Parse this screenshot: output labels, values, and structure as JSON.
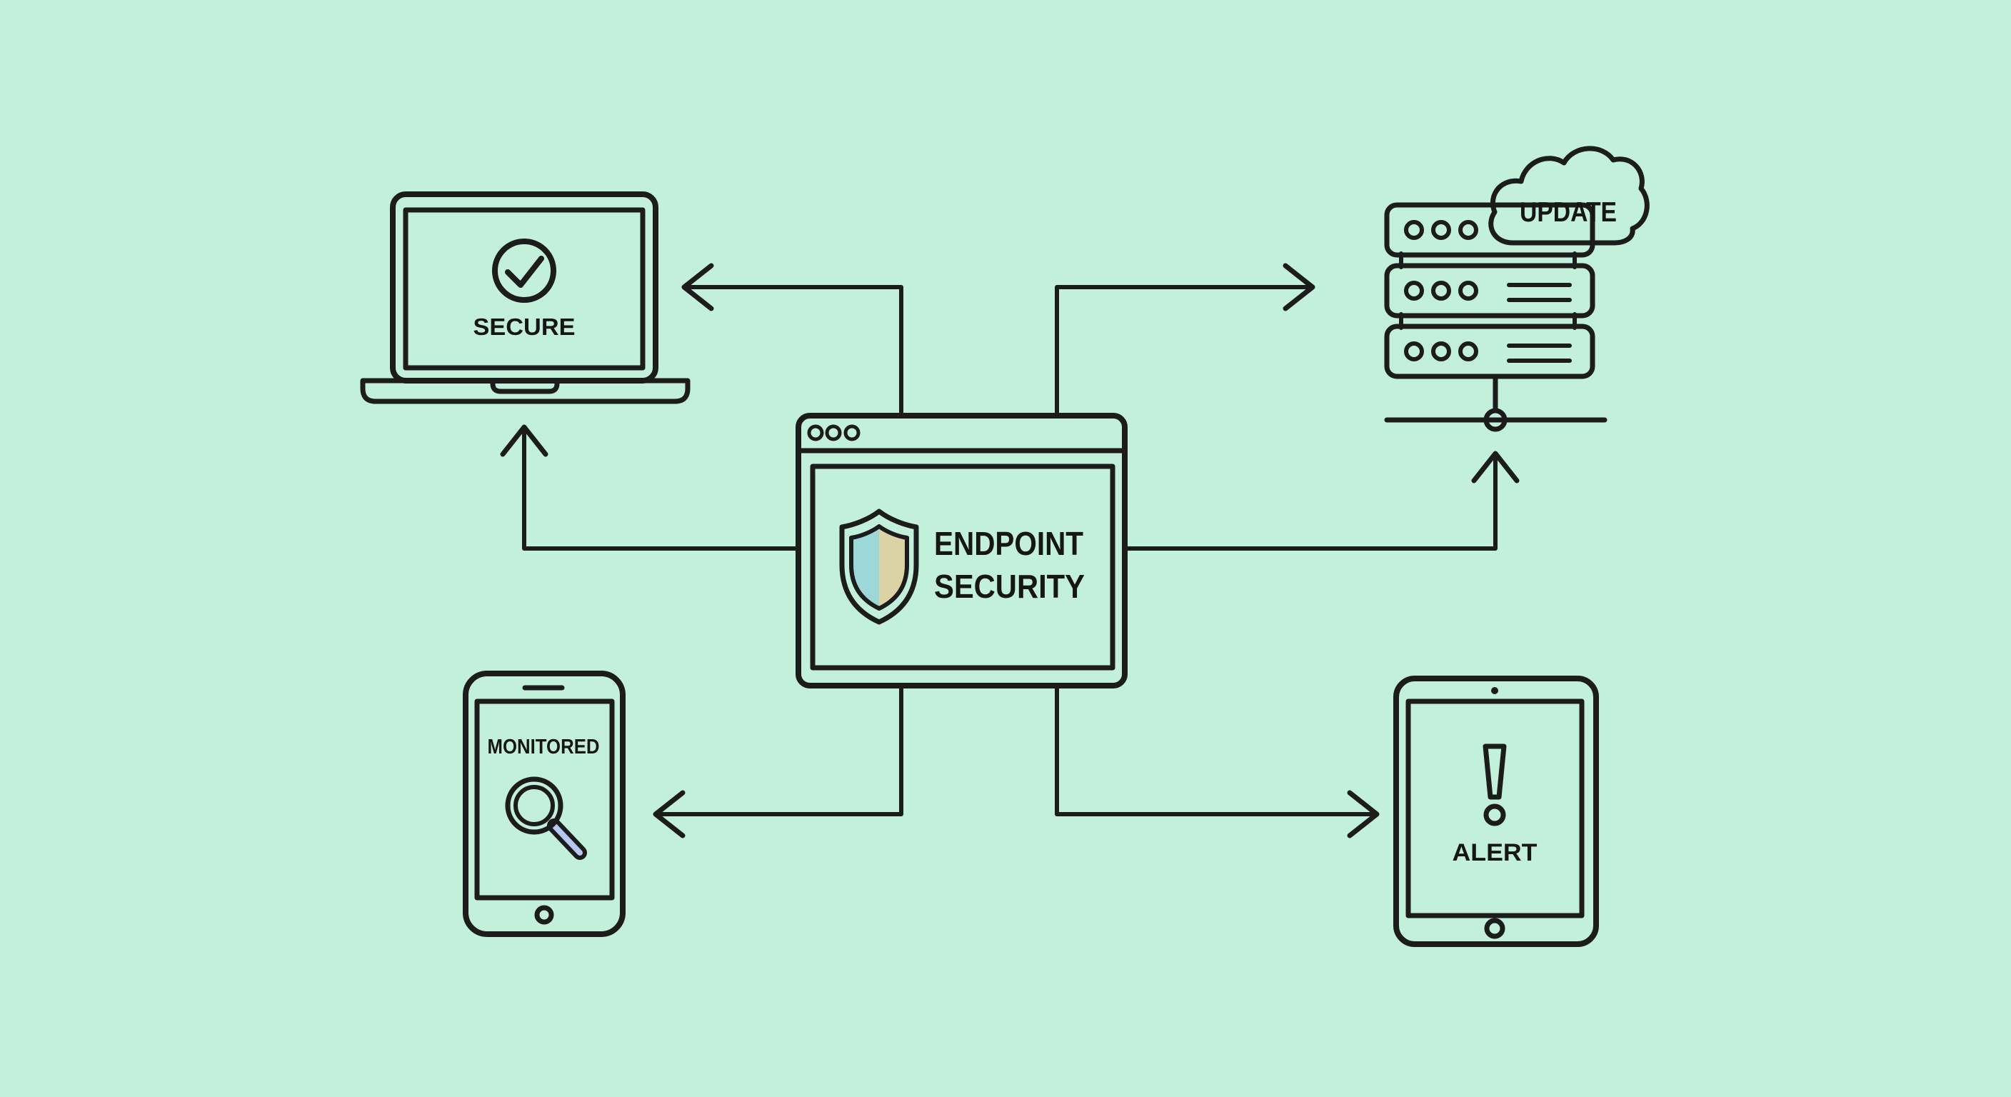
{
  "center": {
    "title_line1": "ENDPOINT",
    "title_line2": "SECURITY",
    "icon": "shield-icon",
    "window_controls": [
      "dot-pink",
      "dot-cream",
      "dot-teal"
    ]
  },
  "nodes": {
    "laptop": {
      "label": "SECURE",
      "icon": "check-circle-icon"
    },
    "server": {
      "label": "UPDATE",
      "icon": "update-cloud-icon"
    },
    "phone": {
      "label": "MONITORED",
      "icon": "magnifier-icon"
    },
    "tablet": {
      "label": "ALERT",
      "icon": "exclamation-icon"
    }
  },
  "colors": {
    "background": "#c3f0dc",
    "ink": "#1c1c1c",
    "laptop_body": "#c5f0de",
    "laptop_screen": "#a6ded7",
    "check_fill": "#b3e8b3",
    "browser_titlebar": "#f9cfa3",
    "browser_body": "#f4f3f1",
    "dot_pink": "#efafc2",
    "dot_cream": "#e9e2c0",
    "dot_teal": "#a7dbcd",
    "shield_band": "#a8dfd2",
    "shield_left": "#9cd8d8",
    "shield_right": "#dcd3a4",
    "server_fill": "#d2b9e8",
    "server_led_pink": "#edbfcb",
    "server_led_mint": "#c5eed8",
    "cloud_fill": "#d9c3f1",
    "phone_body": "#cbdcf6",
    "phone_screen": "#b4c8f0",
    "tablet_body": "#daf2e7",
    "tablet_screen": "#b6e9c5"
  }
}
